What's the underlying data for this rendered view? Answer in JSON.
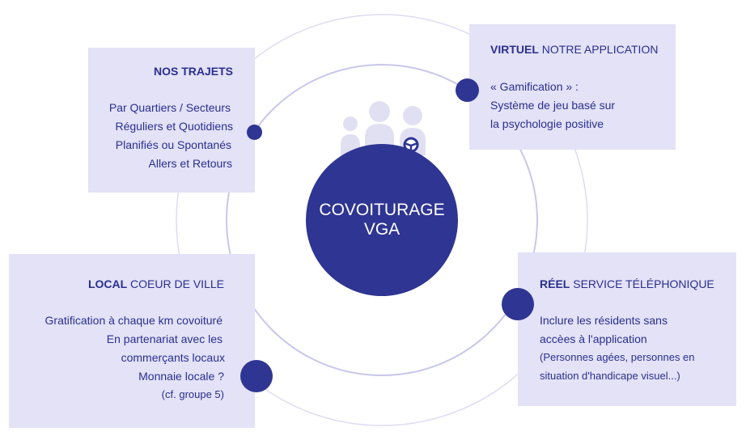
{
  "center": {
    "line1": "COVOITURAGE",
    "line2": "VGA"
  },
  "boxes": {
    "trajets": {
      "title": "NOS TRAJETS",
      "lines": [
        "Par Quartiers / Secteurs",
        "Réguliers et Quotidiens",
        "Planifiés ou Spontanés",
        "Allers et Retours"
      ]
    },
    "virtuel": {
      "title_bold": "VIRTUEL",
      "title_rest": " NOTRE APPLICATION",
      "lines": [
        "« Gamification »  :",
        "Système de jeu basé sur",
        "la psychologie positive"
      ]
    },
    "local": {
      "title_bold": "LOCAL",
      "title_rest": " COEUR DE VILLE",
      "lines": [
        "Gratification à chaque km covoituré",
        "En partenariat avec les",
        "commerçants locaux",
        "Monnaie locale ?",
        "(cf. groupe 5)"
      ]
    },
    "reel": {
      "title_bold": "RÉEL",
      "title_rest": " SERVICE TÉLÉPHONIQUE",
      "lines": [
        "Inclure les résidents sans",
        "accèes à l'application",
        "(Personnes agées, personnes en",
        "situation d'handicape visuel...)"
      ]
    }
  },
  "colors": {
    "primary": "#2e3592",
    "box": "#e3e2f6",
    "ring": "#c9c7ea",
    "people": "#e1e0f3"
  }
}
